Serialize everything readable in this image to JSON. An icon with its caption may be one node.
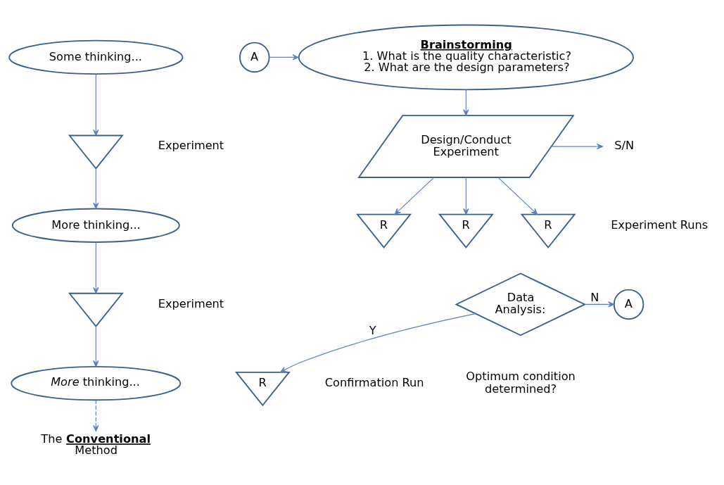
{
  "diagram": {
    "nodes": [
      {
        "text": [
          "Some thinking..."
        ]
      },
      {
        "text": [],
        "shape": "triangle",
        "beside": [
          "Experiment"
        ]
      },
      {
        "text": [
          "More thinking..."
        ]
      },
      {
        "text": [],
        "shape": "triangle",
        "beside": [
          "Experiment"
        ]
      },
      {
        "text": [
          "*More* thinking..."
        ]
      },
      {
        "text": [
          "The **Conventional** Method"
        ]
      },
      {
        "text": [
          "Brainstorming",
          "1. What is the quality characteristic?",
          "2. What are the design parameters?"
        ]
      },
      {
        "text": [
          "Design/Conduct Experiment"
        ]
      },
      {
        "text": [
          "A"
        ]
      },
      {
        "text": [
          "S/N"
        ]
      },
      {
        "text": [
          "R"
        ]
      },
      {
        "text": [
          "R"
        ]
      },
      {
        "text": [
          "R"
        ],
        "beside": [
          "Experiment Runs"
        ]
      },
      {
        "text": [
          "Data Analysis:"
        ],
        "beside": [
          "Optimum condition determined?"
        ]
      },
      {
        "text": [
          "A"
        ]
      },
      {
        "text": [
          "R"
        ],
        "beside": [
          "Confirmation Run"
        ]
      }
    ],
    "edges": [
      {
        "from": 0,
        "to": 1,
        "arrow": "to"
      },
      {
        "from": 1,
        "to": 2,
        "arrow": "to"
      },
      {
        "from": 2,
        "to": 3,
        "arrow": "to"
      },
      {
        "from": 3,
        "to": 4,
        "arrow": "to"
      },
      {
        "from": 4,
        "to": 5,
        "arrow": "to",
        "style": "dashed"
      },
      {
        "from": 8,
        "to": 6,
        "arrow": "to"
      },
      {
        "from": 6,
        "to": 7,
        "arrow": "to"
      },
      {
        "from": 7,
        "to": 9,
        "arrow": "to"
      },
      {
        "from": 7,
        "to": 10,
        "arrow": "to"
      },
      {
        "from": 7,
        "to": 11,
        "arrow": "to"
      },
      {
        "from": 7,
        "to": 12,
        "arrow": "to"
      },
      {
        "from": 13,
        "to": 14,
        "arrow": "to",
        "label": "N"
      },
      {
        "from": 13,
        "to": 15,
        "arrow": "to",
        "label": "Y"
      }
    ]
  }
}
